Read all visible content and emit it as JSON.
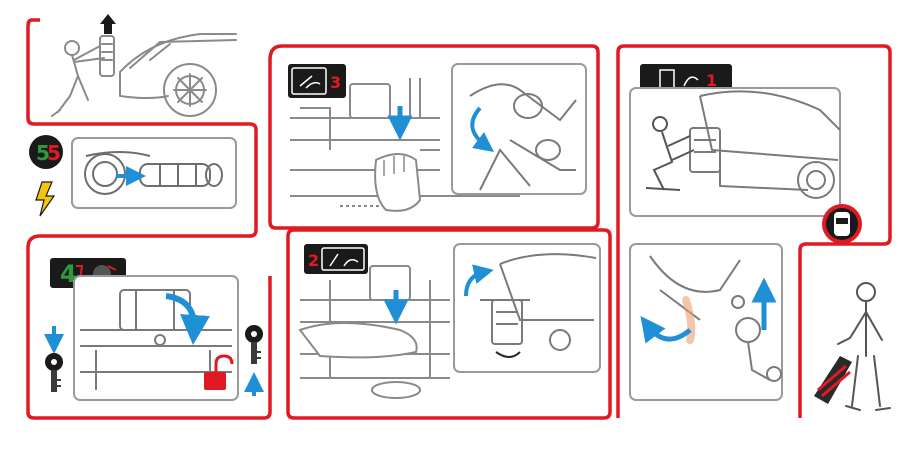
{
  "colors": {
    "frame_red": "#e01a22",
    "arrow_blue": "#1f8fd6",
    "line_grey": "#8a8a8a",
    "dark": "#2a2a2a",
    "badge_green": "#2e9a3c"
  },
  "badges": {
    "step_five_a": "5",
    "step_five_b": "5",
    "step_four": "4"
  },
  "icons": [
    "up-arrow-icon",
    "lightning-bolt-icon",
    "key-icon",
    "unlock-padlock-icon",
    "down-arrow-icon",
    "rotate-arrow-icon",
    "car-silhouette-icon",
    "person-carrying-rack-icon"
  ]
}
